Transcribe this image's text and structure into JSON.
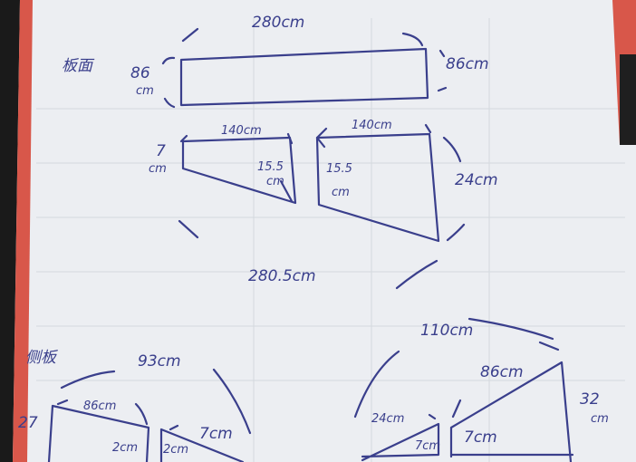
{
  "ink_color": "#3a3f8c",
  "paper_color": "#eceef2",
  "sections": {
    "top_panel": {
      "title": "板面",
      "rect_width": "280cm",
      "rect_height_left": "86",
      "rect_height_left_unit": "cm",
      "rect_height_right": "86cm",
      "left_trap_top": "140cm",
      "left_trap_left_a": "7",
      "left_trap_left_b": "cm",
      "left_trap_right_a": "15.5",
      "left_trap_right_b": "cm",
      "right_trap_top": "140cm",
      "right_trap_left_a": "15.5",
      "right_trap_left_b": "cm",
      "right_trap_right": "24cm",
      "total_bottom": "280.5cm"
    },
    "side_panel": {
      "title": "侧板",
      "left_total": "93cm",
      "left_slope": "86cm",
      "left_height": "27",
      "left_mid_a": "2cm",
      "left_mid_b": "2cm",
      "left_right": "7cm",
      "right_total": "110cm",
      "right_small_slope": "24cm",
      "right_small_height": "7cm",
      "right_mid": "7cm",
      "right_slope": "86cm",
      "right_height_a": "32",
      "right_height_b": "cm"
    }
  }
}
